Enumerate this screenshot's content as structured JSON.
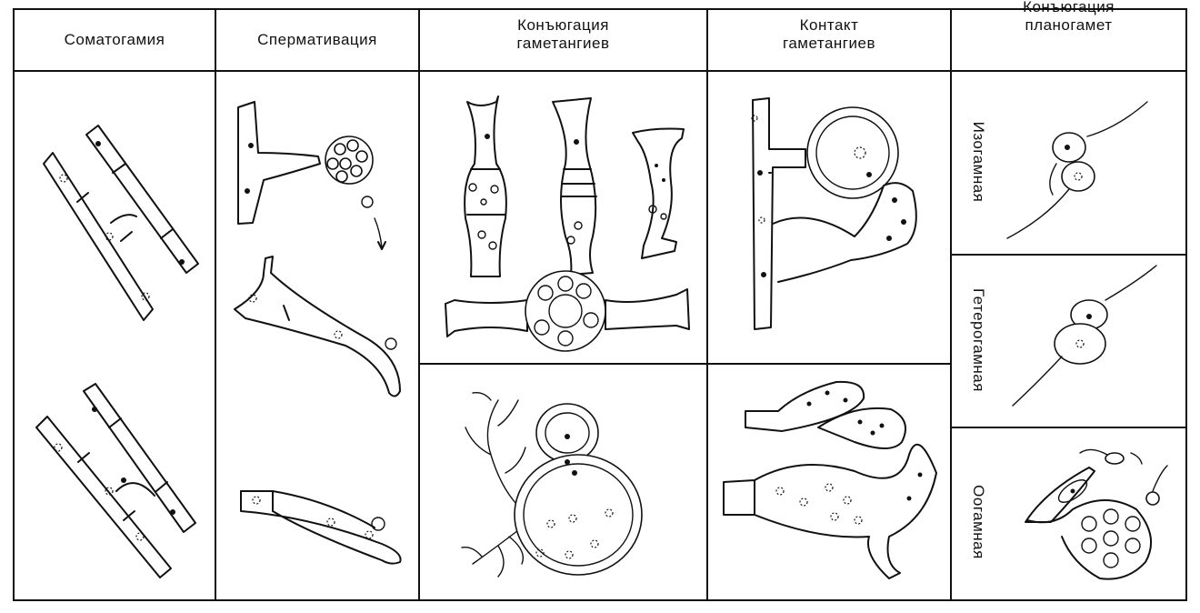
{
  "headers": {
    "somatogamy": "Соматогамия",
    "spermatization": "Спермативация",
    "gametangia_conjugation": [
      "Конъюгация",
      "гаметангиев"
    ],
    "gametangia_contact": [
      "Контакт",
      "гаметангиев"
    ],
    "planogamete_conjugation": [
      "Конъюгация",
      "планогамет"
    ]
  },
  "planogamy_types": {
    "isogamy": "Изогамная",
    "heterogamy": "Гетерогамная",
    "oogamy": "Оогамная"
  }
}
